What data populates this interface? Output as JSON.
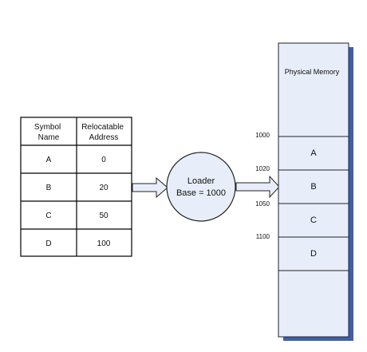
{
  "table": {
    "headers": [
      "Symbol\nName",
      "Relocatable\nAddress"
    ],
    "rows": [
      {
        "symbol": "A",
        "address": "0"
      },
      {
        "symbol": "B",
        "address": "20"
      },
      {
        "symbol": "C",
        "address": "50"
      },
      {
        "symbol": "D",
        "address": "100"
      }
    ]
  },
  "loader": {
    "line1": "Loader",
    "line2": "Base = 1000"
  },
  "memory": {
    "title": "Physical Memory",
    "segments": [
      {
        "label": "A",
        "address": "1000"
      },
      {
        "label": "B",
        "address": "1020"
      },
      {
        "label": "C",
        "address": "1050"
      },
      {
        "label": "D",
        "address": "1100"
      }
    ]
  },
  "colors": {
    "fill": "#e8eef9",
    "stroke": "#222222",
    "shadow": "#3f5fa7"
  }
}
